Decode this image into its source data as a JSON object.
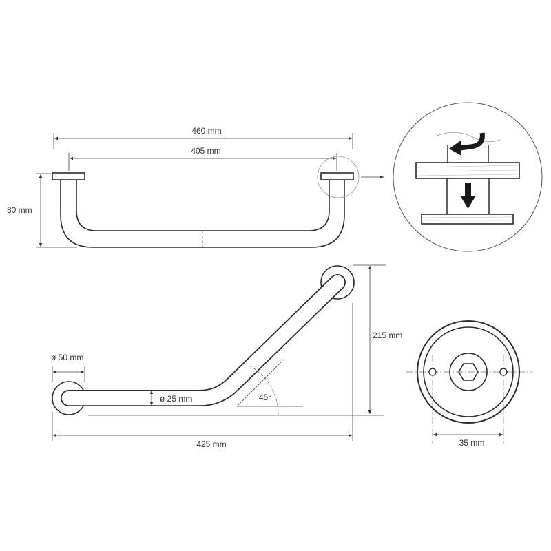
{
  "dimensions": {
    "overall_length": "460 mm",
    "inner_length": "405 mm",
    "height": "80 mm",
    "rise": "215 mm",
    "flange_diameter": "ø 50 mm",
    "tube_diameter": "ø 25 mm",
    "angle": "45°",
    "base_length": "425 mm",
    "hole_spacing": "35 mm"
  },
  "colors": {
    "line": "#2b2b2b",
    "text": "#333333",
    "wood": "#ffffff"
  },
  "icons": {
    "detail_arrow": "curved-arrow-icon",
    "mount_arrow": "down-arrow-icon"
  }
}
